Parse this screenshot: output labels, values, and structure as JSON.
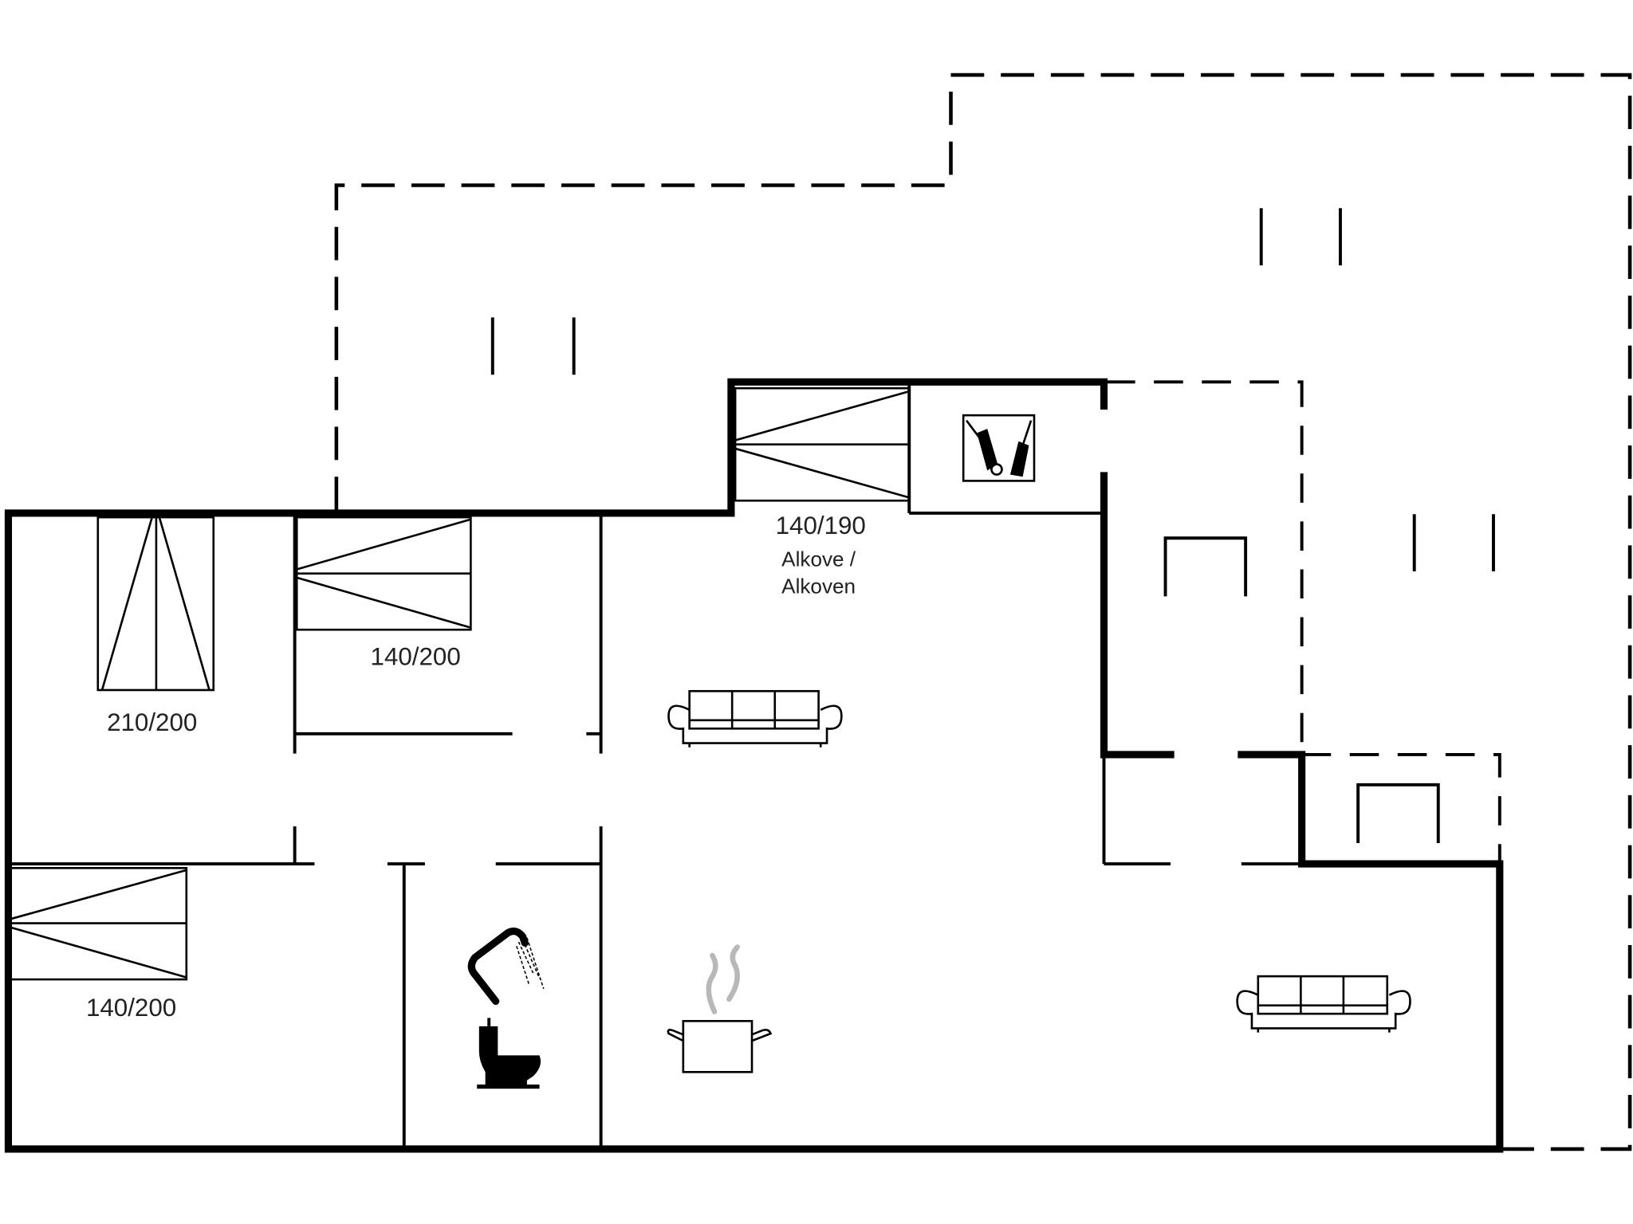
{
  "floorplan": {
    "beds": [
      {
        "id": "bed-1",
        "label": "210/200"
      },
      {
        "id": "bed-2",
        "label": "140/200"
      },
      {
        "id": "bed-3",
        "label": "140/190",
        "note_line1": "Alkove /",
        "note_line2": "Alkoven"
      },
      {
        "id": "bed-4",
        "label": "140/200"
      }
    ],
    "icons": {
      "utility": "washing-icon",
      "bathroom_shower": "shower-icon",
      "bathroom_toilet": "toilet-icon",
      "kitchen": "cooking-pot-icon",
      "living_sofa_1": "sofa-icon",
      "living_sofa_2": "sofa-icon"
    },
    "colors": {
      "walls": "#000000",
      "background": "#ffffff",
      "steam": "#b8b8b8"
    }
  }
}
